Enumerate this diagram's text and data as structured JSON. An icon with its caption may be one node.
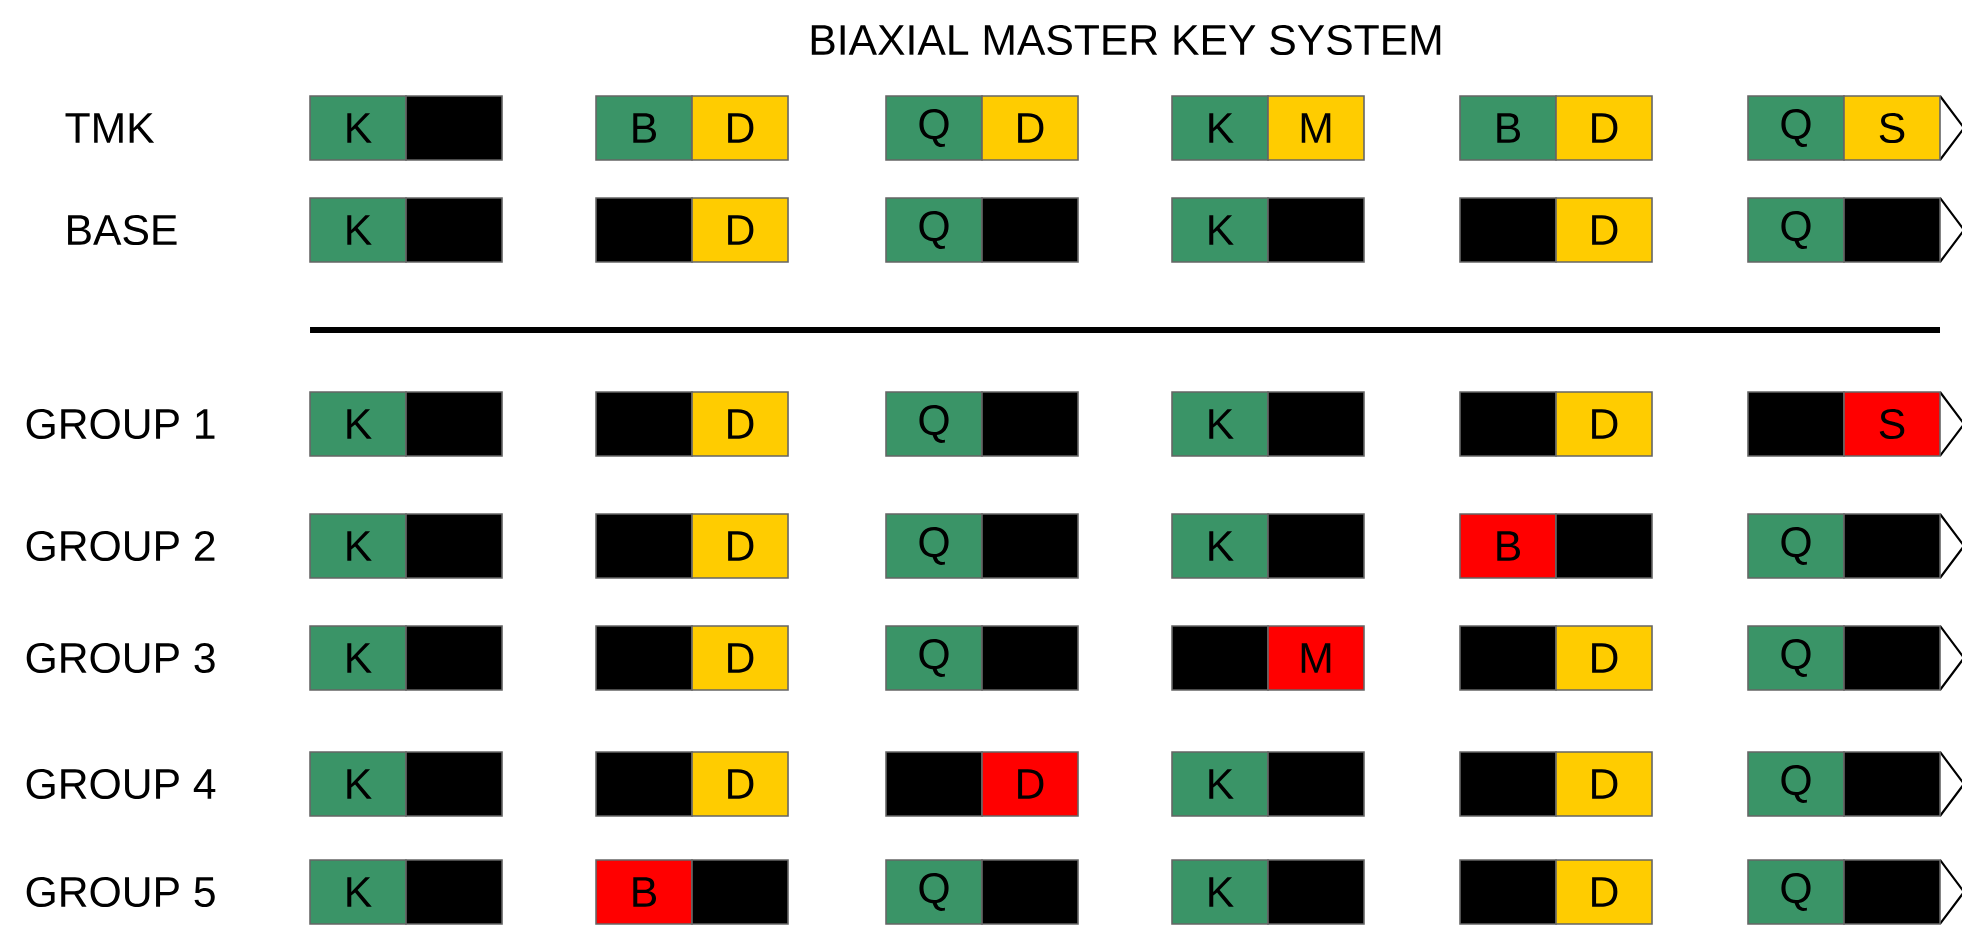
{
  "diagram": {
    "title": "BIAXIAL MASTER KEY  SYSTEM",
    "nodes": [
      {
        "text": [
          "K"
        ]
      },
      {
        "text": [],
        "shape": "box"
      },
      {
        "text": [
          "B"
        ]
      },
      {
        "text": [
          "D"
        ]
      },
      {
        "text": [
          "Q"
        ]
      },
      {
        "text": [
          "D"
        ]
      },
      {
        "text": [
          "K"
        ]
      },
      {
        "text": [
          "M"
        ]
      },
      {
        "text": [
          "B"
        ]
      },
      {
        "text": [
          "D"
        ]
      },
      {
        "text": [
          "Q"
        ]
      },
      {
        "text": [
          "S"
        ]
      },
      {
        "text": [
          "K"
        ]
      },
      {
        "text": [],
        "shape": "box"
      },
      {
        "text": [],
        "shape": "box"
      },
      {
        "text": [
          "D"
        ]
      },
      {
        "text": [
          "Q"
        ]
      },
      {
        "text": [],
        "shape": "box"
      },
      {
        "text": [
          "K"
        ]
      },
      {
        "text": [],
        "shape": "box"
      },
      {
        "text": [],
        "shape": "box"
      },
      {
        "text": [
          "D"
        ]
      },
      {
        "text": [
          "Q"
        ]
      },
      {
        "text": [],
        "shape": "box"
      },
      {
        "text": [
          "K"
        ]
      },
      {
        "text": [],
        "shape": "box"
      },
      {
        "text": [],
        "shape": "box"
      },
      {
        "text": [
          "D"
        ]
      },
      {
        "text": [
          "Q"
        ]
      },
      {
        "text": [],
        "shape": "box"
      },
      {
        "text": [
          "K"
        ]
      },
      {
        "text": [],
        "shape": "box"
      },
      {
        "text": [],
        "shape": "box"
      },
      {
        "text": [
          "D"
        ]
      },
      {
        "text": [],
        "shape": "box"
      },
      {
        "text": [
          "S"
        ]
      },
      {
        "text": [
          "K"
        ]
      },
      {
        "text": [],
        "shape": "box"
      },
      {
        "text": [],
        "shape": "box"
      },
      {
        "text": [
          "D"
        ]
      },
      {
        "text": [
          "Q"
        ]
      },
      {
        "text": [],
        "shape": "box"
      },
      {
        "text": [
          "K"
        ]
      },
      {
        "text": [],
        "shape": "box"
      },
      {
        "text": [
          "B"
        ]
      },
      {
        "text": [],
        "shape": "box"
      },
      {
        "text": [
          "Q"
        ]
      },
      {
        "text": [],
        "shape": "box"
      },
      {
        "text": [
          "K"
        ]
      },
      {
        "text": [],
        "shape": "box"
      },
      {
        "text": [],
        "shape": "box"
      },
      {
        "text": [
          "D"
        ]
      },
      {
        "text": [
          "Q"
        ]
      },
      {
        "text": [],
        "shape": "box"
      },
      {
        "text": [],
        "shape": "box"
      },
      {
        "text": [
          "M"
        ]
      },
      {
        "text": [],
        "shape": "box"
      },
      {
        "text": [
          "D"
        ]
      },
      {
        "text": [
          "Q"
        ]
      },
      {
        "text": [],
        "shape": "box"
      },
      {
        "text": [
          "K"
        ]
      },
      {
        "text": [],
        "shape": "box"
      },
      {
        "text": [],
        "shape": "box"
      },
      {
        "text": [
          "D"
        ]
      },
      {
        "text": [],
        "shape": "box"
      },
      {
        "text": [
          "D"
        ]
      },
      {
        "text": [
          "K"
        ]
      },
      {
        "text": [],
        "shape": "box"
      },
      {
        "text": [],
        "shape": "box"
      },
      {
        "text": [
          "D"
        ]
      },
      {
        "text": [
          "Q"
        ]
      },
      {
        "text": [],
        "shape": "box"
      },
      {
        "text": [
          "K"
        ]
      },
      {
        "text": [],
        "shape": "box"
      },
      {
        "text": [
          "B"
        ]
      },
      {
        "text": [],
        "shape": "box"
      },
      {
        "text": [
          "Q"
        ]
      },
      {
        "text": [],
        "shape": "box"
      },
      {
        "text": [
          "K"
        ]
      },
      {
        "text": [],
        "shape": "box"
      },
      {
        "text": [],
        "shape": "box"
      },
      {
        "text": [
          "D"
        ]
      },
      {
        "text": [
          "Q"
        ]
      },
      {
        "text": [],
        "shape": "box"
      }
    ],
    "labels": [
      "TMK",
      "BASE",
      "GROUP 1",
      "GROUP 2",
      "GROUP 3",
      "GROUP 4",
      "GROUP 5"
    ]
  }
}
